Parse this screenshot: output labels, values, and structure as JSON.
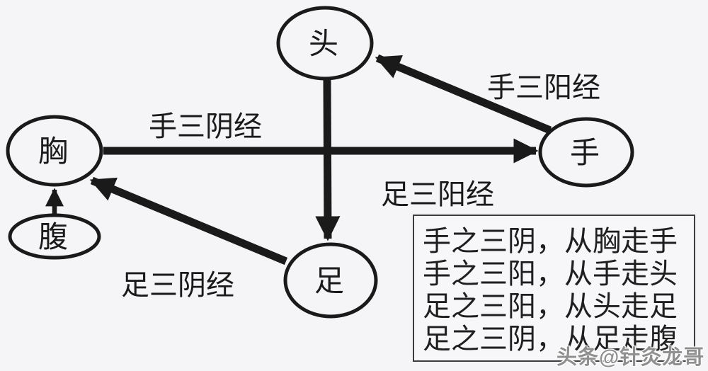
{
  "diagram": {
    "background_color": "#f5f4f6",
    "ink_color": "#1a1a1a",
    "nodes": {
      "head": {
        "label": "头"
      },
      "hand": {
        "label": "手"
      },
      "chest": {
        "label": "胸"
      },
      "abdomen": {
        "label": "腹"
      },
      "foot": {
        "label": "足"
      }
    },
    "edges": {
      "hand_yin": {
        "label": "手三阴经",
        "from": "chest",
        "to": "hand"
      },
      "hand_yang": {
        "label": "手三阳经",
        "from": "hand",
        "to": "head"
      },
      "foot_yang": {
        "label": "足三阳经",
        "from": "head",
        "to": "foot"
      },
      "foot_yin": {
        "label": "足三阴经",
        "from": "foot",
        "to": "chest"
      },
      "abdomen_to_chest": {
        "label": "",
        "from": "abdomen",
        "to": "chest"
      }
    },
    "legend_box": {
      "lines": [
        "手之三阴，从胸走手",
        "手之三阳，从手走头",
        "足之三阳，从头走足",
        "足之三阴，从足走腹"
      ]
    },
    "watermark": "头条@针灸龙哥"
  }
}
